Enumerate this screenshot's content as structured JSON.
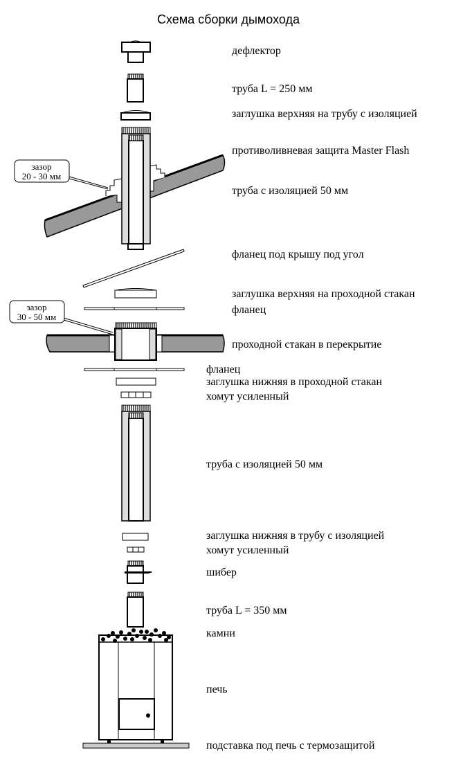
{
  "title": "Схема сборки дымохода",
  "callouts": [
    {
      "line1": "зазор",
      "line2": "20 - 30 мм"
    },
    {
      "line1": "зазор",
      "line2": "30 - 50 мм"
    }
  ],
  "labels": [
    "дефлектор",
    "труба L = 250 мм",
    "заглушка верхняя на трубу с изоляцией",
    "противоливневая защита Master Flash",
    "труба с изоляцией 50 мм",
    "фланец под крышу под угол",
    "заглушка верхняя на проходной стакан",
    "фланец",
    "проходной стакан в перекрытие",
    "фланец",
    "заглушка нижняя в проходной стакан",
    "хомут усиленный",
    "труба с изоляцией 50 мм",
    "заглушка нижняя в трубу с изоляцией",
    "хомут усиленный",
    "шибер",
    "труба L = 350 мм",
    "камни",
    "печь",
    "подставка под печь с термозащитой"
  ],
  "colors": {
    "material": "#999999",
    "insulation": "#dddddd",
    "line": "#000000"
  }
}
